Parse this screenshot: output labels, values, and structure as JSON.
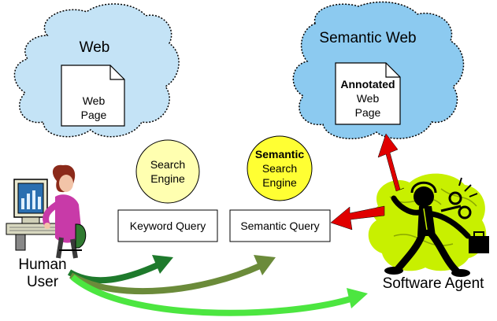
{
  "web_cloud": {
    "title": "Web",
    "document": {
      "line1": "Web",
      "line2": "Page"
    }
  },
  "semantic_web_cloud": {
    "title": "Semantic Web",
    "document": {
      "line1": "Annotated",
      "line2": "Web",
      "line3": "Page"
    }
  },
  "search_engine": {
    "line1": "Search",
    "line2": "Engine"
  },
  "semantic_search_engine": {
    "line1": "Semantic",
    "line2": "Search",
    "line3": "Engine"
  },
  "keyword_query": {
    "label": "Keyword Query"
  },
  "semantic_query": {
    "label": "Semantic Query"
  },
  "human_user": {
    "line1": "Human",
    "line2": "User"
  },
  "software_agent": {
    "label": "Software Agent"
  },
  "colors": {
    "cloud_fill": "#c4e3f6",
    "semantic_cloud_fill": "#8ccaf0",
    "search_engine_fill": "#ffffb0",
    "semantic_engine_fill": "#ffff33",
    "red_arrow": "#e00000",
    "green_dark": "#1e7a2c",
    "green_olive": "#6b8b3a",
    "green_bright": "#4ce640",
    "agent_splash": "#c8f000"
  }
}
